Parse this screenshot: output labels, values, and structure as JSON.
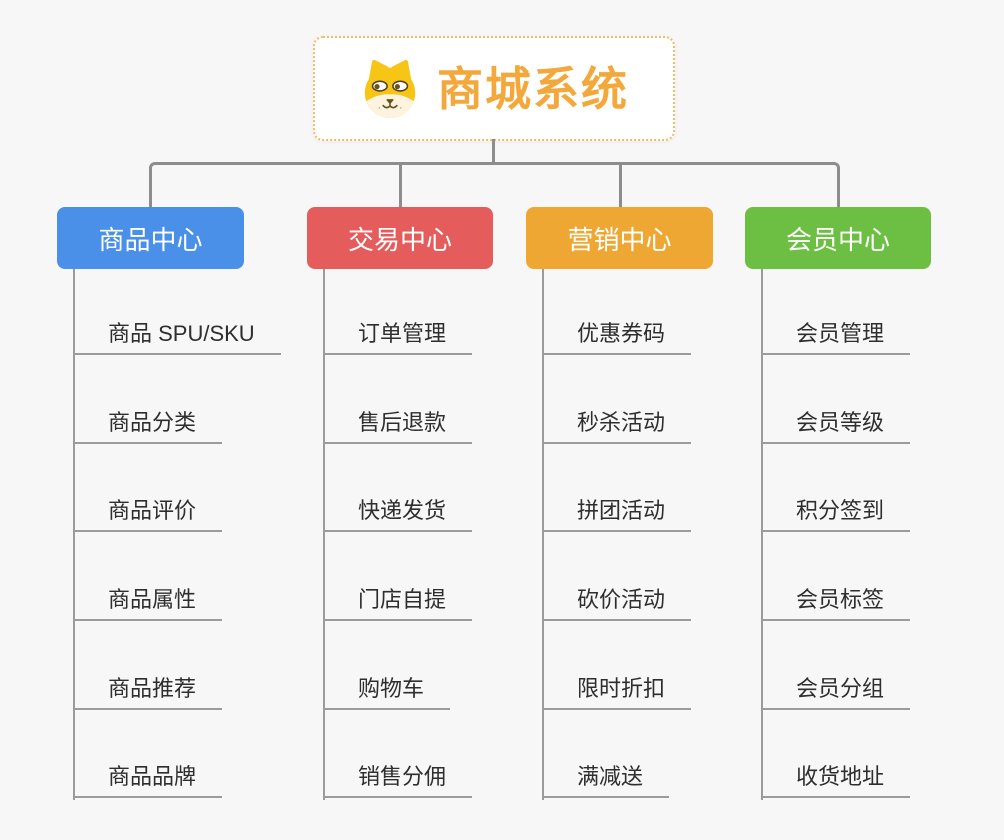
{
  "palette": {
    "background": "#f7f7f7",
    "connector": "#8d8d8d",
    "underline": "#9b9b9b",
    "child_text": "#2e2e2e",
    "root_accent": "#f3a83c",
    "root_border": "#f4bb62"
  },
  "root": {
    "title": "商城系统",
    "icon": "dog-face-icon"
  },
  "branches": [
    {
      "label": "商品中心",
      "color": "#4a8fe8",
      "children": [
        "商品 SPU/SKU",
        "商品分类",
        "商品评价",
        "商品属性",
        "商品推荐",
        "商品品牌"
      ]
    },
    {
      "label": "交易中心",
      "color": "#e45c5c",
      "children": [
        "订单管理",
        "售后退款",
        "快递发货",
        "门店自提",
        "购物车",
        "销售分佣"
      ]
    },
    {
      "label": "营销中心",
      "color": "#eea733",
      "children": [
        "优惠券码",
        "秒杀活动",
        "拼团活动",
        "砍价活动",
        "限时折扣",
        "满减送"
      ]
    },
    {
      "label": "会员中心",
      "color": "#6dbf43",
      "children": [
        "会员管理",
        "会员等级",
        "积分签到",
        "会员标签",
        "会员分组",
        "收货地址"
      ]
    }
  ]
}
